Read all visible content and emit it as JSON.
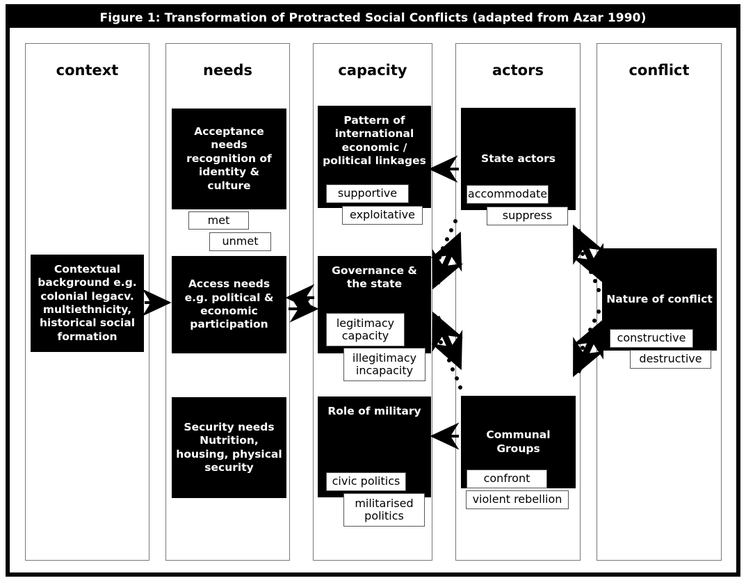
{
  "figure": {
    "title": "Figure 1: Transformation of Protracted Social Conflicts (adapted from Azar 1990)"
  },
  "columns": [
    {
      "id": "context",
      "title": "context",
      "boxes": [
        {
          "id": "contextual-background",
          "text": "Contextual background e.g. colonial legacv. multiethnicity, historical social formation",
          "labels": []
        }
      ]
    },
    {
      "id": "needs",
      "title": "needs",
      "boxes": [
        {
          "id": "acceptance-needs",
          "text": "Acceptance needs recognition of identity & culture",
          "labels": [
            "met",
            "unmet"
          ]
        },
        {
          "id": "access-needs",
          "text": "Access needs e.g. political & economic participation",
          "labels": []
        },
        {
          "id": "security-needs",
          "text": "Security needs Nutrition, housing, physical security",
          "labels": []
        }
      ]
    },
    {
      "id": "capacity",
      "title": "capacity",
      "boxes": [
        {
          "id": "international-linkages",
          "text": "Pattern of international economic / political linkages",
          "labels": [
            "supportive",
            "exploitative"
          ]
        },
        {
          "id": "governance-and-state",
          "text": "Governance & the state",
          "labels": [
            "legitimacy capacity",
            "illegitimacy incapacity"
          ]
        },
        {
          "id": "role-of-military",
          "text": "Role of military",
          "labels": [
            "civic politics",
            "militarised politics"
          ]
        }
      ]
    },
    {
      "id": "actors",
      "title": "actors",
      "boxes": [
        {
          "id": "state-actors",
          "text": "State actors",
          "labels": [
            "accommodate",
            "suppress"
          ]
        },
        {
          "id": "communal-groups",
          "text": "Communal Groups",
          "labels": [
            "confront",
            "violent rebellion"
          ]
        }
      ]
    },
    {
      "id": "conflict",
      "title": "conflict",
      "boxes": [
        {
          "id": "nature-of-conflict",
          "text": "Nature of conflict",
          "labels": [
            "constructive",
            "destructive"
          ]
        }
      ]
    }
  ]
}
